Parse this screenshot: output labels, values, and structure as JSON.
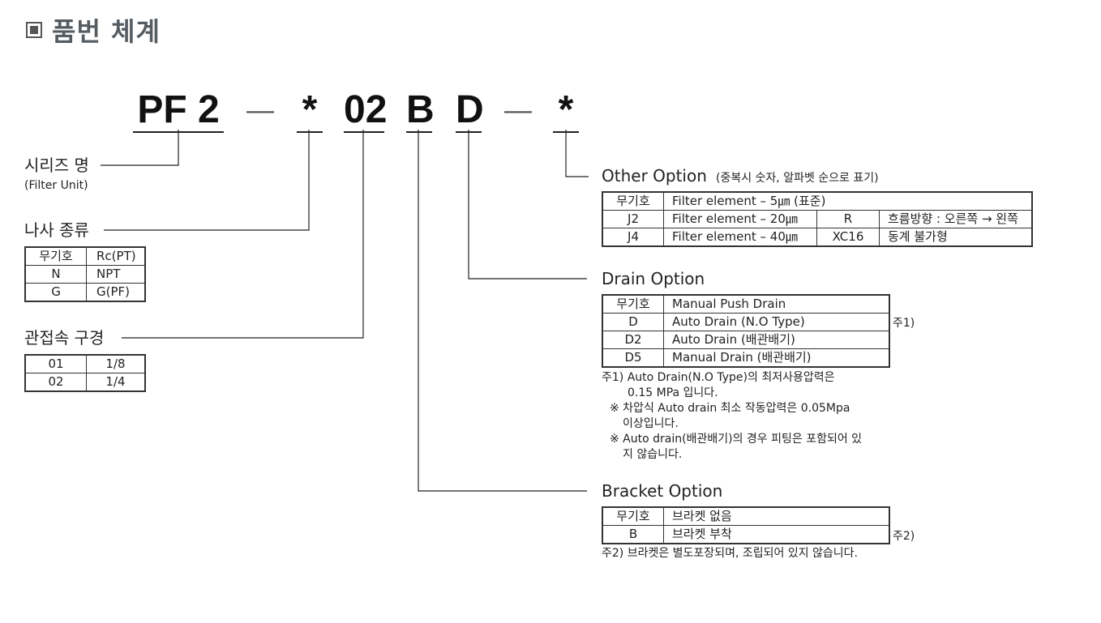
{
  "title": "품번 체계",
  "code": {
    "p1": "PF 2",
    "dash1": "—",
    "p2": "*",
    "p3": "02",
    "p4": "B",
    "p5": "D",
    "dash2": "—",
    "p6": "*"
  },
  "series": {
    "label": "시리즈 명",
    "sub": "(Filter Unit)"
  },
  "thread": {
    "label": "나사 종류",
    "rows": [
      [
        "무기호",
        "Rc(PT)"
      ],
      [
        "N",
        "NPT"
      ],
      [
        "G",
        "G(PF)"
      ]
    ]
  },
  "port": {
    "label": "관접속 구경",
    "rows": [
      [
        "01",
        "1/8"
      ],
      [
        "02",
        "1/4"
      ]
    ]
  },
  "other": {
    "label": "Other Option",
    "sub": "(중복시 숫자, 알파벳 순으로 표기)",
    "row1": [
      "무기호",
      "Filter element – 5㎛ (표준)"
    ],
    "row2": [
      "J2",
      "Filter element – 20㎛",
      "R",
      "흐름방향 : 오른쪽 → 왼쪽"
    ],
    "row3": [
      "J4",
      "Filter element – 40㎛",
      "XC16",
      "동계 불가형"
    ]
  },
  "drain": {
    "label": "Drain Option",
    "rows": [
      [
        "무기호",
        "Manual Push Drain"
      ],
      [
        "D",
        "Auto Drain (N.O Type)"
      ],
      [
        "D2",
        "Auto Drain (배관배기)"
      ],
      [
        "D5",
        "Manual Drain (배관배기)"
      ]
    ],
    "marker": "주1)",
    "notes": [
      "주1) Auto Drain(N.O Type)의 최저사용압력은",
      "0.15 MPa 입니다.",
      "※ 차압식 Auto drain 최소 작동압력은 0.05Mpa",
      "이상입니다.",
      "※ Auto drain(배관배기)의 경우 피팅은 포함되어 있",
      "지 않습니다."
    ]
  },
  "bracket": {
    "label": "Bracket Option",
    "rows": [
      [
        "무기호",
        "브라켓 없음"
      ],
      [
        "B",
        "브라켓 부착"
      ]
    ],
    "marker": "주2)",
    "note": "주2) 브라켓은 별도포장되며, 조립되어 있지 않습니다."
  }
}
